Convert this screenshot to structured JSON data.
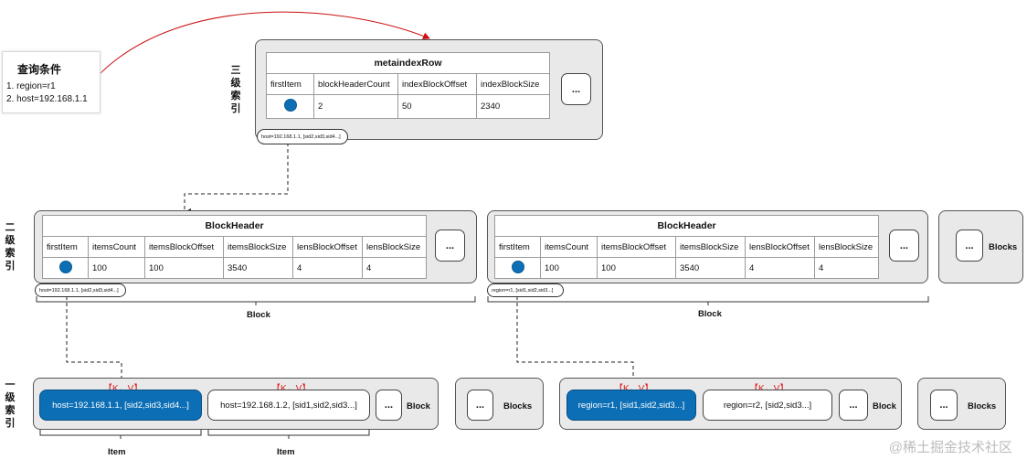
{
  "query": {
    "title": "查询条件",
    "items": [
      "1. region=r1",
      "2. host=192.168.1.1"
    ]
  },
  "levels": {
    "level3": [
      "三",
      "级",
      "索",
      "引"
    ],
    "level2": [
      "二",
      "级",
      "索",
      "引"
    ],
    "level1": [
      "一",
      "级",
      "索",
      "引"
    ]
  },
  "meta": {
    "title": "metaindexRow",
    "headers": [
      "firstItem",
      "blockHeaderCount",
      "indexBlockOffset",
      "indexBlockSize"
    ],
    "values": [
      "",
      "2",
      "50",
      "2340"
    ],
    "pill": "host=192.168.1.1, [sid2,sid3,sid4...]",
    "more": "..."
  },
  "block_headers": [
    {
      "title": "BlockHeader",
      "headers": [
        "firstItem",
        "itemsCount",
        "itemsBlockOffset",
        "itemsBlockSize",
        "lensBlockOffset",
        "lensBlockSize"
      ],
      "values": [
        "",
        "100",
        "100",
        "3540",
        "4",
        "4"
      ],
      "pill": "host=192.168.1.1, [sid2,sid3,sid4...]",
      "more": "...",
      "caption": "Block"
    },
    {
      "title": "BlockHeader",
      "headers": [
        "firstItem",
        "itemsCount",
        "itemsBlockOffset",
        "itemsBlockSize",
        "lensBlockOffset",
        "lensBlockSize"
      ],
      "values": [
        "",
        "100",
        "100",
        "3540",
        "4",
        "4"
      ],
      "pill": "region=r1, [sid1,sid2,sid3...]",
      "more": "...",
      "caption": "Block"
    }
  ],
  "level2_blocks": {
    "more": "...",
    "label": "Blocks"
  },
  "level1": {
    "left_items": [
      {
        "text": "host=192.168.1.1, [sid2,sid3,sid4...]",
        "kv": "【K，V】"
      },
      {
        "text": "host=192.168.1.2, [sid1,sid2,sid3...]",
        "kv": "【K，V】"
      }
    ],
    "left_more": "...",
    "left_block": "Block",
    "item_caption": "Item",
    "mid_blocks": {
      "more": "...",
      "label": "Blocks"
    },
    "right_items": [
      {
        "text": "region=r1, [sid1,sid2,sid3...]",
        "kv": "【K，V】"
      },
      {
        "text": "region=r2, [sid2,sid3...]",
        "kv": "【K，V】"
      }
    ],
    "right_more": "...",
    "right_block": "Block",
    "end_blocks": {
      "more": "...",
      "label": "Blocks"
    }
  },
  "watermark": "@稀土掘金技术社区",
  "colors": {
    "accent": "#0c6fb6",
    "kv": "#e02020",
    "panel": "#e9e9e9",
    "curve": "#cc1111"
  }
}
